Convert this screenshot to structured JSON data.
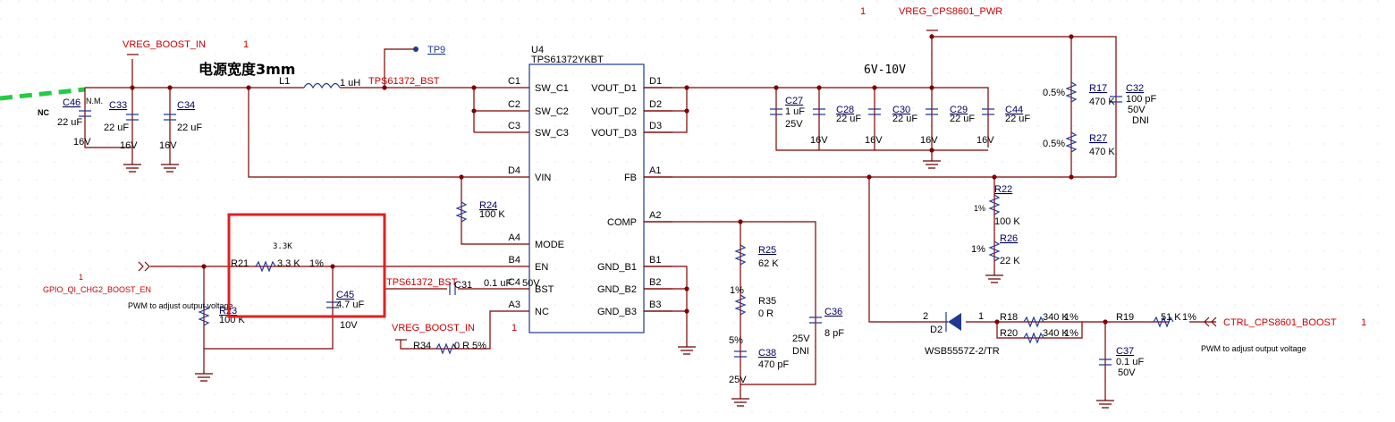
{
  "nets": {
    "vreg_boost_in": "VREG_BOOST_IN",
    "vreg_boost_in_pin": "1",
    "vreg_boost_in_2": "VREG_BOOST_IN",
    "vreg_boost_in_2_pin": "1",
    "vreg_cps_pwr": "VREG_CPS8601_PWR",
    "vreg_cps_pwr_pin": "1",
    "tp9": "TP9",
    "tps_bst": "TPS61372_BST",
    "tps_bst_2": "TPS61372_BST",
    "gpio": "GPIO_QI_CHG2_BOOST_EN",
    "gpio_pin": "1",
    "ctrl": "CTRL_CPS8601_BOOST",
    "ctrl_pin": "1"
  },
  "notes": {
    "width_note": "电源宽度3mm",
    "voltage_range": "6V-10V",
    "nc": "NC",
    "pwm_left": "PWM to adjust output voltage",
    "pwm_right": "PWM to adjust output voltage",
    "highlight_value": "3.3K"
  },
  "ic": {
    "ref": "U4",
    "part": "TPS61372YKBT",
    "left_pins": [
      {
        "num": "C1",
        "name": "SW_C1"
      },
      {
        "num": "C2",
        "name": "SW_C2"
      },
      {
        "num": "C3",
        "name": "SW_C3"
      },
      {
        "num": "D4",
        "name": "VIN"
      },
      {
        "num": "A4",
        "name": "MODE"
      },
      {
        "num": "B4",
        "name": "EN"
      },
      {
        "num": "C4",
        "name": "BST"
      },
      {
        "num": "A3",
        "name": "NC"
      }
    ],
    "right_pins": [
      {
        "num": "D1",
        "name": "VOUT_D1"
      },
      {
        "num": "D2",
        "name": "VOUT_D2"
      },
      {
        "num": "D3",
        "name": "VOUT_D3"
      },
      {
        "num": "A1",
        "name": "FB"
      },
      {
        "num": "A2",
        "name": "COMP"
      },
      {
        "num": "B1",
        "name": "GND_B1"
      },
      {
        "num": "B2",
        "name": "GND_B2"
      },
      {
        "num": "B3",
        "name": "GND_B3"
      }
    ]
  },
  "parts": {
    "L1": {
      "ref": "L1",
      "value": "1 uH"
    },
    "C46": {
      "ref": "C46",
      "value": "22 uF",
      "volt": "16V",
      "flag": "N.M."
    },
    "C33": {
      "ref": "C33",
      "value": "22 uF",
      "volt": "16V"
    },
    "C34": {
      "ref": "C34",
      "value": "22 uF",
      "volt": "16V"
    },
    "C27": {
      "ref": "C27",
      "value": "1 uF",
      "volt": "25V"
    },
    "C28": {
      "ref": "C28",
      "value": "22 uF",
      "volt": "16V"
    },
    "C30": {
      "ref": "C30",
      "value": "22 uF",
      "volt": "16V"
    },
    "C29": {
      "ref": "C29",
      "value": "22 uF",
      "volt": "16V"
    },
    "C44": {
      "ref": "C44",
      "value": "22 uF",
      "volt": "16V"
    },
    "R17": {
      "ref": "R17",
      "value": "470 K",
      "tol": "0.5%"
    },
    "R27": {
      "ref": "R27",
      "value": "470 K",
      "tol": "0.5%"
    },
    "C32": {
      "ref": "C32",
      "value": "100 pF",
      "volt": "50V",
      "flag": "DNI"
    },
    "R24": {
      "ref": "R24",
      "value": "100 K"
    },
    "R21": {
      "ref": "R21",
      "value": "3.3 K",
      "tol": "1%"
    },
    "R23": {
      "ref": "R23",
      "value": "100 K"
    },
    "C45": {
      "ref": "C45",
      "value": "4.7 uF",
      "volt": "10V"
    },
    "C31": {
      "ref": "C31",
      "value": "0.1 uF",
      "volt": "50V"
    },
    "R34": {
      "ref": "R34",
      "value": "0 R",
      "tol": "5%"
    },
    "R22": {
      "ref": "R22",
      "value": "100 K",
      "tol": "1%"
    },
    "R26": {
      "ref": "R26",
      "value": "22 K",
      "tol": "1%"
    },
    "R25": {
      "ref": "R25",
      "value": "62 K"
    },
    "R35": {
      "ref": "R35",
      "value": "0 R",
      "tol": "1%"
    },
    "C38": {
      "ref": "C38",
      "value": "470 pF",
      "volt": "25V",
      "tol": "5%"
    },
    "C36": {
      "ref": "C36",
      "value": "8 pF",
      "volt": "25V",
      "flag": "DNI"
    },
    "D2": {
      "ref": "D2",
      "part": "WSB5557Z-2/TR",
      "pin_a": "2",
      "pin_k": "1"
    },
    "R18": {
      "ref": "R18",
      "value": "340 K",
      "tol": "1%"
    },
    "R20": {
      "ref": "R20",
      "value": "340 K",
      "tol": "1%"
    },
    "R19": {
      "ref": "R19",
      "value": "51 K",
      "tol": "1%"
    },
    "C37": {
      "ref": "C37",
      "value": "0.1 uF",
      "volt": "50V"
    }
  }
}
